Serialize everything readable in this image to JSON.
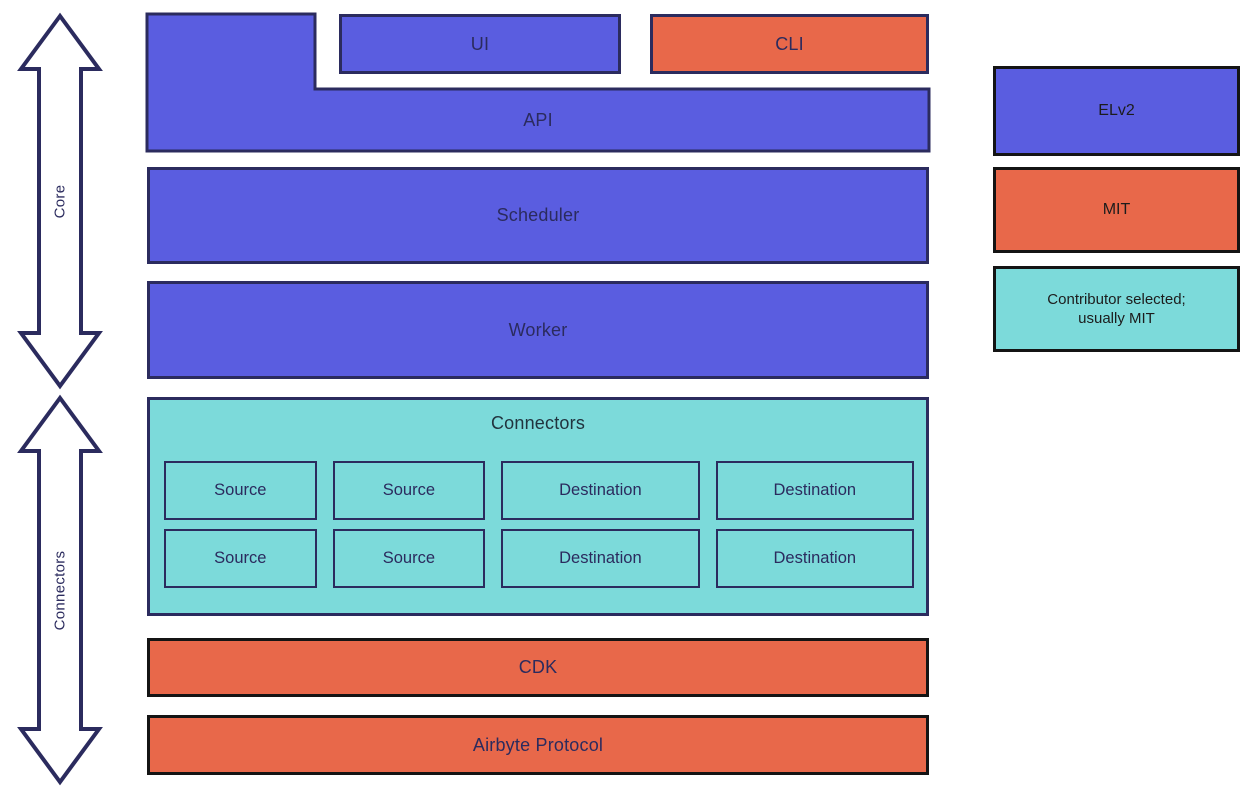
{
  "colors": {
    "blue": "#5a5de0",
    "orange": "#e8684a",
    "teal": "#7cdada",
    "navy_border": "#2b2b5e",
    "black_border": "#141414"
  },
  "span_arrows": [
    {
      "label": "Core"
    },
    {
      "label": "Connectors"
    }
  ],
  "stack": {
    "ui_label": "UI",
    "cli_label": "CLI",
    "api_label": "API",
    "scheduler_label": "Scheduler",
    "worker_label": "Worker",
    "connectors": {
      "title": "Connectors",
      "rows": [
        [
          "Source",
          "Source",
          "Destination",
          "Destination"
        ],
        [
          "Source",
          "Source",
          "Destination",
          "Destination"
        ]
      ]
    },
    "cdk_label": "CDK",
    "protocol_label": "Airbyte Protocol"
  },
  "legend": {
    "items": [
      {
        "label": "ELv2",
        "color": "#5a5de0"
      },
      {
        "label": "MIT",
        "color": "#e8684a"
      },
      {
        "label": "Contributor selected; usually MIT",
        "color": "#7cdada"
      }
    ]
  }
}
